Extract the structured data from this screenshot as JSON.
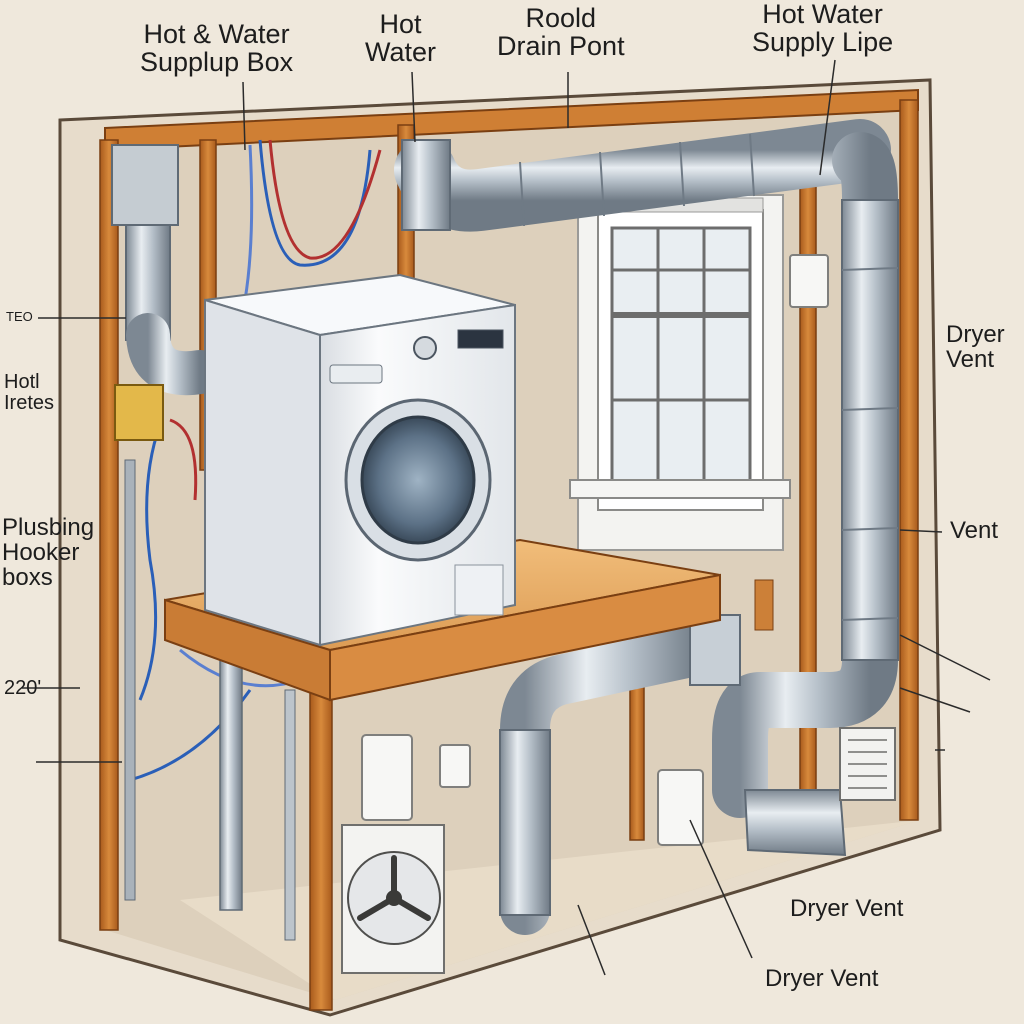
{
  "labels": {
    "hot_cold_supply_box": [
      "Hot & Water",
      "Supplup Box"
    ],
    "hot_water": [
      "Hot",
      "Water"
    ],
    "drain_point": [
      "Roold",
      "Drain Pont"
    ],
    "hot_water_supply_line": [
      "Hot Water",
      "Supply Lipe"
    ],
    "left_small_1": "TEO",
    "left_hot_water": [
      "Hotl",
      "Iretes"
    ],
    "plumbing_hookup_boxes": [
      "Plusbing",
      "Hooker",
      "boxs"
    ],
    "voltage_220": "220'",
    "dryer_vent_right": [
      "Dryer",
      "Vent"
    ],
    "vent_right": "Vent",
    "dryer_vent_bottom_right": "Dryer Vent",
    "dryer_vent_bottom": "Dryer Vent"
  },
  "colors": {
    "wall": "#e6dccd",
    "stud": "#c8782c",
    "duct": "#b9c3cb",
    "appliance": "#f4f6f8"
  }
}
